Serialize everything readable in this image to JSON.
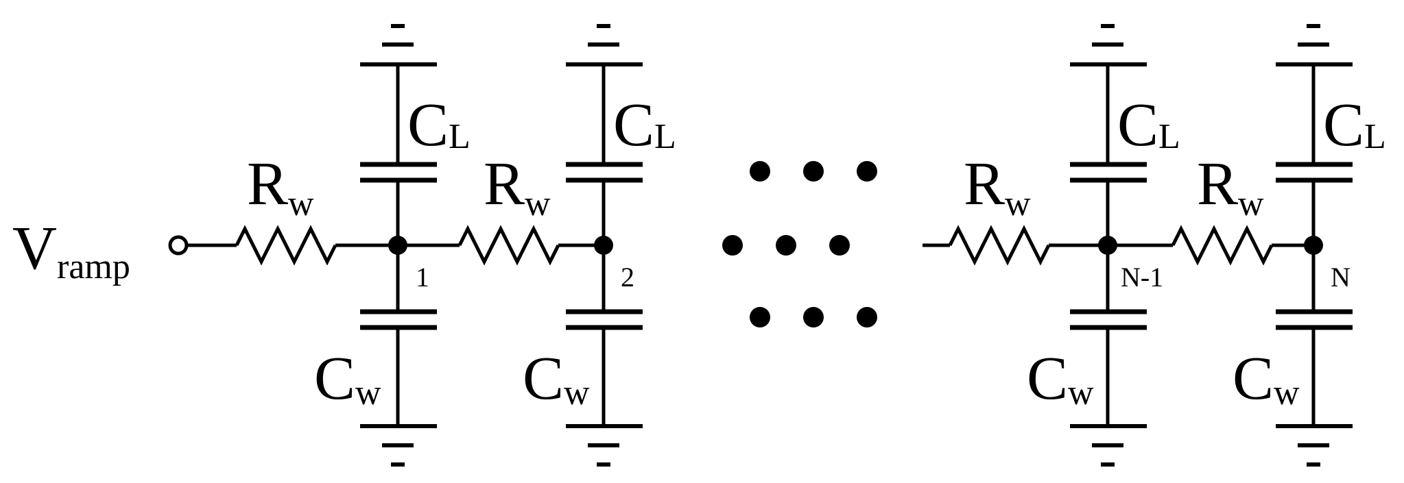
{
  "input": {
    "main": "V",
    "sub": "ramp"
  },
  "stages": [
    {
      "r_main": "R",
      "r_sub": "w",
      "cl_main": "C",
      "cl_sub": "L",
      "cw_main": "C",
      "cw_sub": "w",
      "node": "1"
    },
    {
      "r_main": "R",
      "r_sub": "w",
      "cl_main": "C",
      "cl_sub": "L",
      "cw_main": "C",
      "cw_sub": "w",
      "node": "2"
    },
    {
      "r_main": "R",
      "r_sub": "w",
      "cl_main": "C",
      "cl_sub": "L",
      "cw_main": "C",
      "cw_sub": "w",
      "node": "N-1"
    },
    {
      "r_main": "R",
      "r_sub": "w",
      "cl_main": "C",
      "cl_sub": "L",
      "cw_main": "C",
      "cw_sub": "w",
      "node": "N"
    }
  ]
}
